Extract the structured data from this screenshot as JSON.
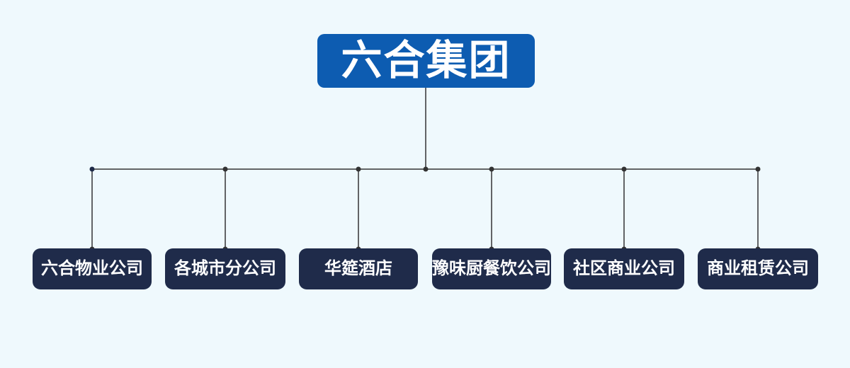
{
  "chart": {
    "type": "org-chart",
    "root": {
      "label": "六合集团"
    },
    "children": [
      {
        "label": "六合物业公司"
      },
      {
        "label": "各城市分公司"
      },
      {
        "label": "华筵酒店"
      },
      {
        "label": "豫味厨餐饮公司"
      },
      {
        "label": "社区商业公司"
      },
      {
        "label": "商业租赁公司"
      }
    ],
    "colors": {
      "background": "#eff9fd",
      "root_fill": "#0d5cb1",
      "child_fill": "#1f2b4a",
      "node_text": "#ffffff",
      "line": "#333333",
      "junction_dot": "#333333",
      "left_end_dot": "#1e2a47"
    }
  }
}
